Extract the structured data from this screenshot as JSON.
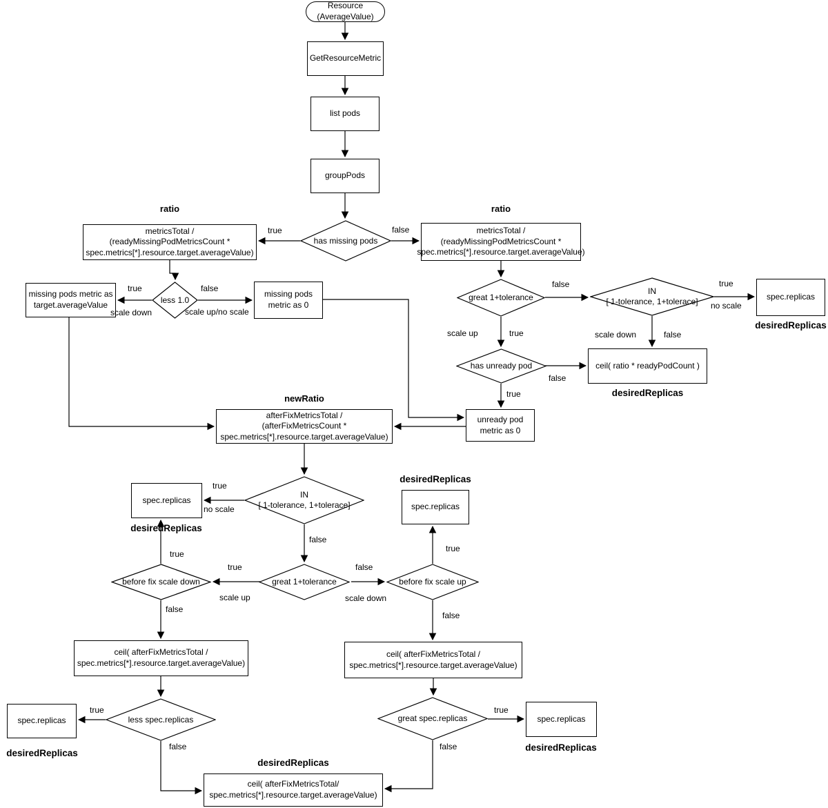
{
  "nodes": {
    "start": "Resource\n(AverageValue)",
    "get_resource_metric": "GetResourceMetric",
    "list_pods": "list pods",
    "group_pods": "groupPods",
    "has_missing_pods": "has missing pods",
    "ratio_label": "ratio",
    "ratio_formula": "metricsTotal /\n(readyMissingPodMetricsCount *\nspec.metrics[*].resource.target.averageValue)",
    "less_one": "less 1.0",
    "missing_pods_target": "missing pods metric as\ntarget.averageValue",
    "missing_pods_zero": "missing pods\nmetric as 0",
    "great_tolerance": "great 1+tolerance",
    "in_tolerance": "IN\n[ 1-tolerance, 1+tolerace]",
    "spec_replicas": "spec.replicas",
    "has_unready_pod": "has unready pod",
    "ceil_ready": "ceil( ratio * readyPodCount )",
    "unready_pod_zero": "unready pod\nmetric as 0",
    "new_ratio_label": "newRatio",
    "new_ratio_formula": "afterFixMetricsTotal /\n(afterFixMetricsCount *\nspec.metrics[*].resource.target.averageValue)",
    "before_fix_scale_down": "before fix scale down",
    "before_fix_scale_up": "before fix scale up",
    "ceil_after_fix": "ceil( afterFixMetricsTotal /\nspec.metrics[*].resource.target.averageValue)",
    "ceil_after_fix_bottom": "ceil( afterFixMetricsTotal/\nspec.metrics[*].resource.target.averageValue)",
    "less_spec_replicas": "less spec.replicas",
    "great_spec_replicas": "great spec.replicas",
    "desired_replicas": "desiredReplicas"
  },
  "edge_labels": {
    "true": "true",
    "false": "false",
    "scale_down": "scale down",
    "scale_up": "scale up",
    "scale_up_no_scale": "scale up/no scale",
    "no_scale": "no scale"
  }
}
